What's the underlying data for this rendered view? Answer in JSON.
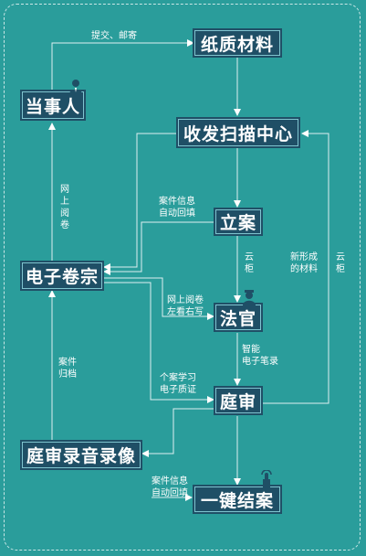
{
  "nodes": {
    "paper": "纸质材料",
    "party": "当事人",
    "center": "收发扫描中心",
    "filing": "立案",
    "e_file": "电子卷宗",
    "judge": "法官",
    "court": "庭审",
    "recording": "庭审录音录像",
    "close": "一键结案"
  },
  "labels": {
    "submit_mail": "提交、邮寄",
    "online_read_1": "网上",
    "online_read_2": "阅卷",
    "case_info_a_1": "案件信息",
    "case_info_a_2": "自动回填",
    "cloud_cabinet_a_1": "云",
    "cloud_cabinet_a_2": "柜",
    "new_material_1": "新形成",
    "new_material_2": "的材料",
    "cloud_cabinet_b_1": "云",
    "cloud_cabinet_b_2": "柜",
    "online_read_left_1": "网上阅卷",
    "online_read_left_2": "左看右写",
    "smart_pen_1": "智能",
    "smart_pen_2": "电子笔录",
    "case_study_1": "个案学习",
    "case_study_2": "电子质证",
    "archive_1": "案件",
    "archive_2": "归档",
    "case_info_b_1": "案件信息",
    "case_info_b_2": "自动回填"
  },
  "icons": [
    "person-icon",
    "judge-icon",
    "click-hand-icon"
  ],
  "colors": {
    "background": "#2a9d9b",
    "node_fill": "#1f4f66",
    "node_border": "#7fc4cf",
    "line": "#ffffff"
  }
}
